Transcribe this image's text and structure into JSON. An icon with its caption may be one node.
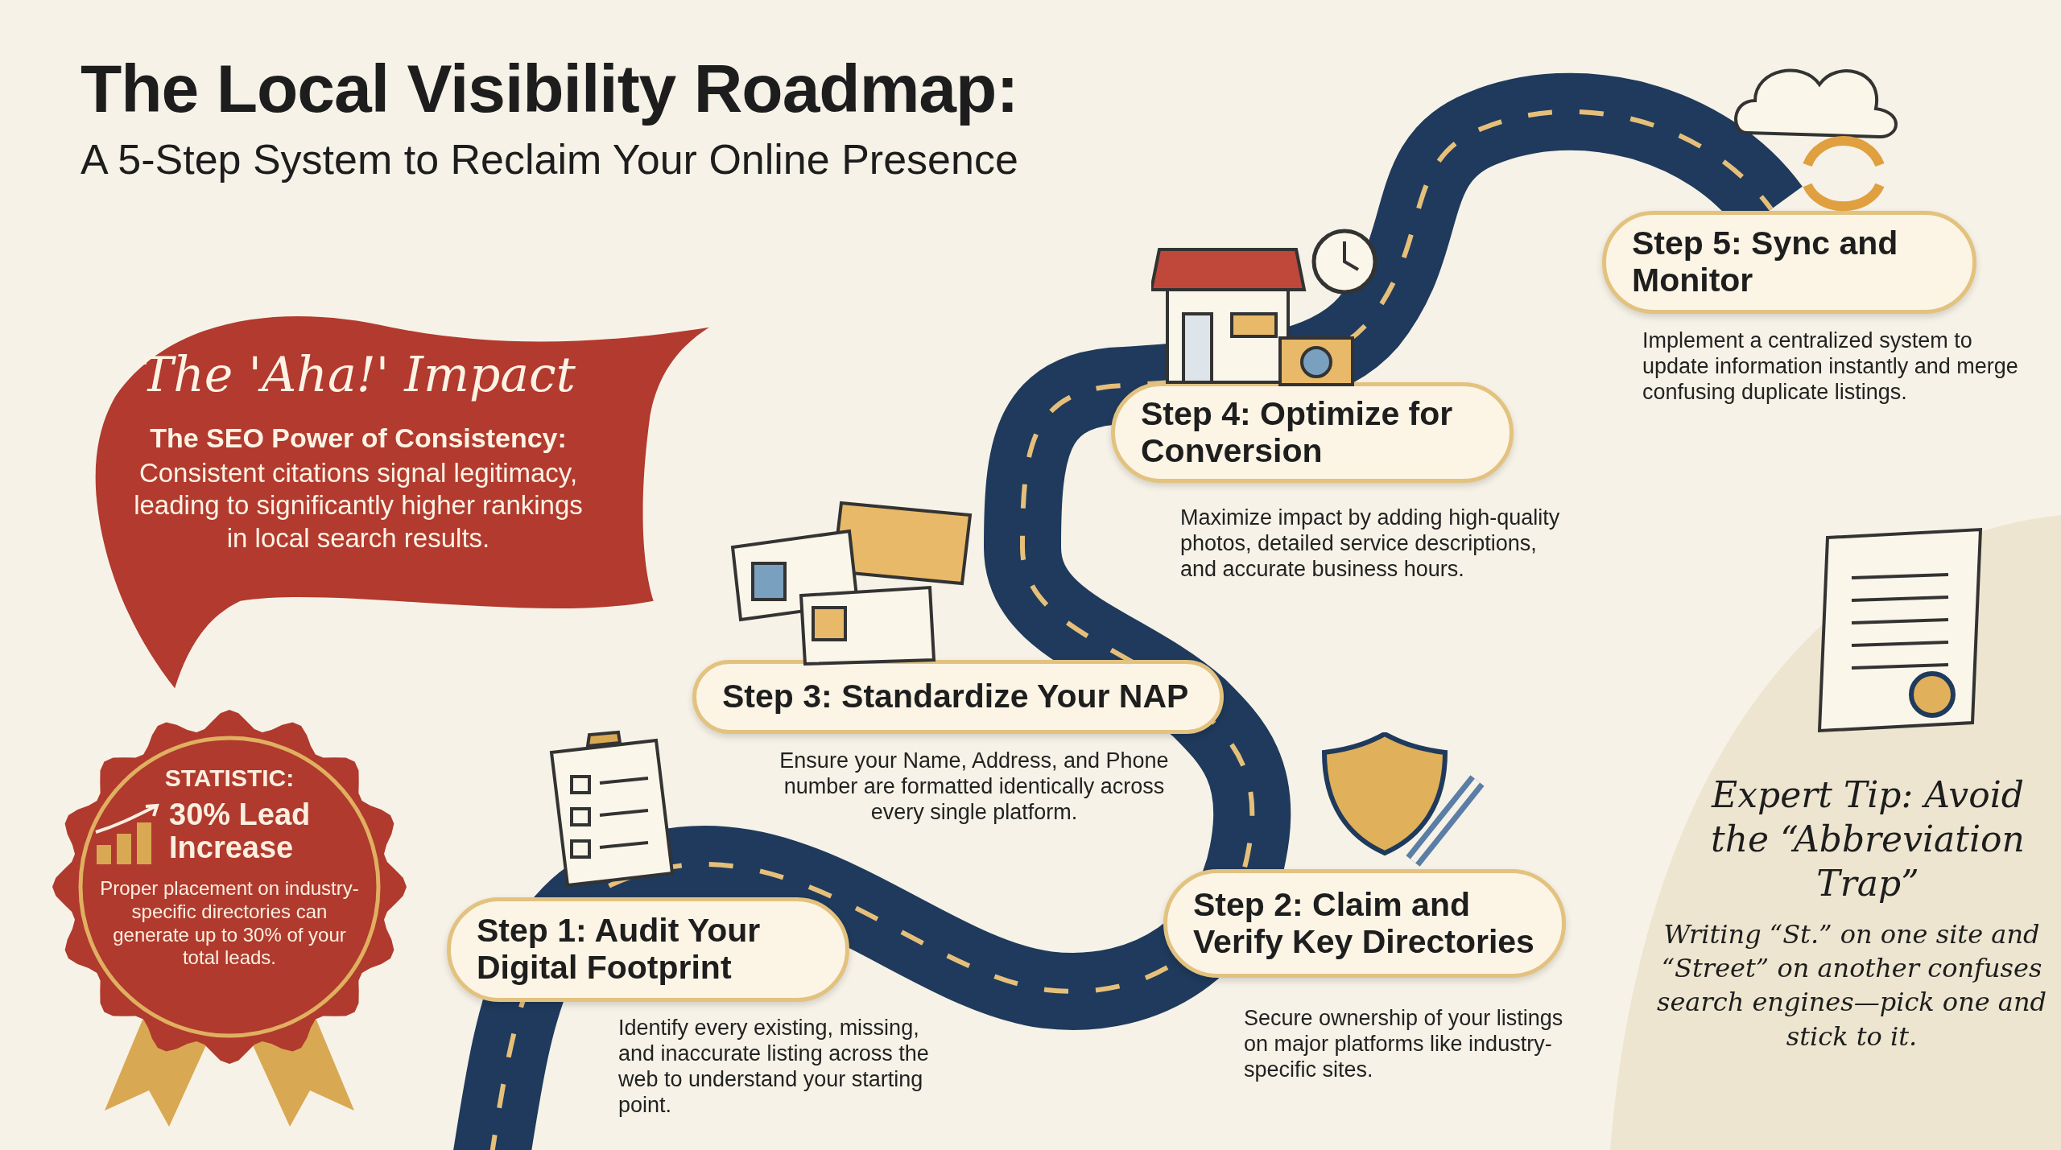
{
  "diagram": {
    "title": "The Local Visibility Roadmap:",
    "nodes": [
      {
        "text": [
          "The 'Aha!' Impact",
          "The SEO Power of Consistency:",
          "Consistent citations signal legitimacy, leading to significantly higher rankings in local search results."
        ]
      },
      {
        "text": [
          "STATISTIC:",
          "30% Lead Increase",
          "Proper placement on industry-specific directories can generate up to 30% of your total leads."
        ]
      },
      {
        "text": [
          "Step 1: Audit Your Digital Footprint"
        ],
        "beside": [
          "Identify every existing, missing, and inaccurate listing across the web to understand your starting point."
        ]
      },
      {
        "text": [
          "Step 2: Claim and Verify Key Directories"
        ],
        "beside": [
          "Secure ownership of your listings on major platforms like industry-specific sites."
        ]
      },
      {
        "text": [
          "Step 3: Standardize Your NAP"
        ],
        "beside": [
          "Ensure your Name, Address, and Phone number are formatted identically across every single platform."
        ]
      },
      {
        "text": [
          "Step 4: Optimize for Conversion"
        ],
        "beside": [
          "Maximize impact by adding high-quality photos, detailed service descriptions, and accurate business hours."
        ]
      },
      {
        "text": [
          "Step 5: Sync and Monitor"
        ],
        "beside": [
          "Implement a centralized system to update information instantly and merge confusing duplicate listings."
        ]
      },
      {
        "text": [
          "Expert Tip: Avoid the “Abbreviation Trap”",
          "Writing “St.” on one site and “Street” on another confuses search engines—pick one and stick to it."
        ]
      }
    ],
    "edges": [],
    "labels": [
      "A 5-Step System to Reclaim Your Online Presence"
    ]
  }
}
